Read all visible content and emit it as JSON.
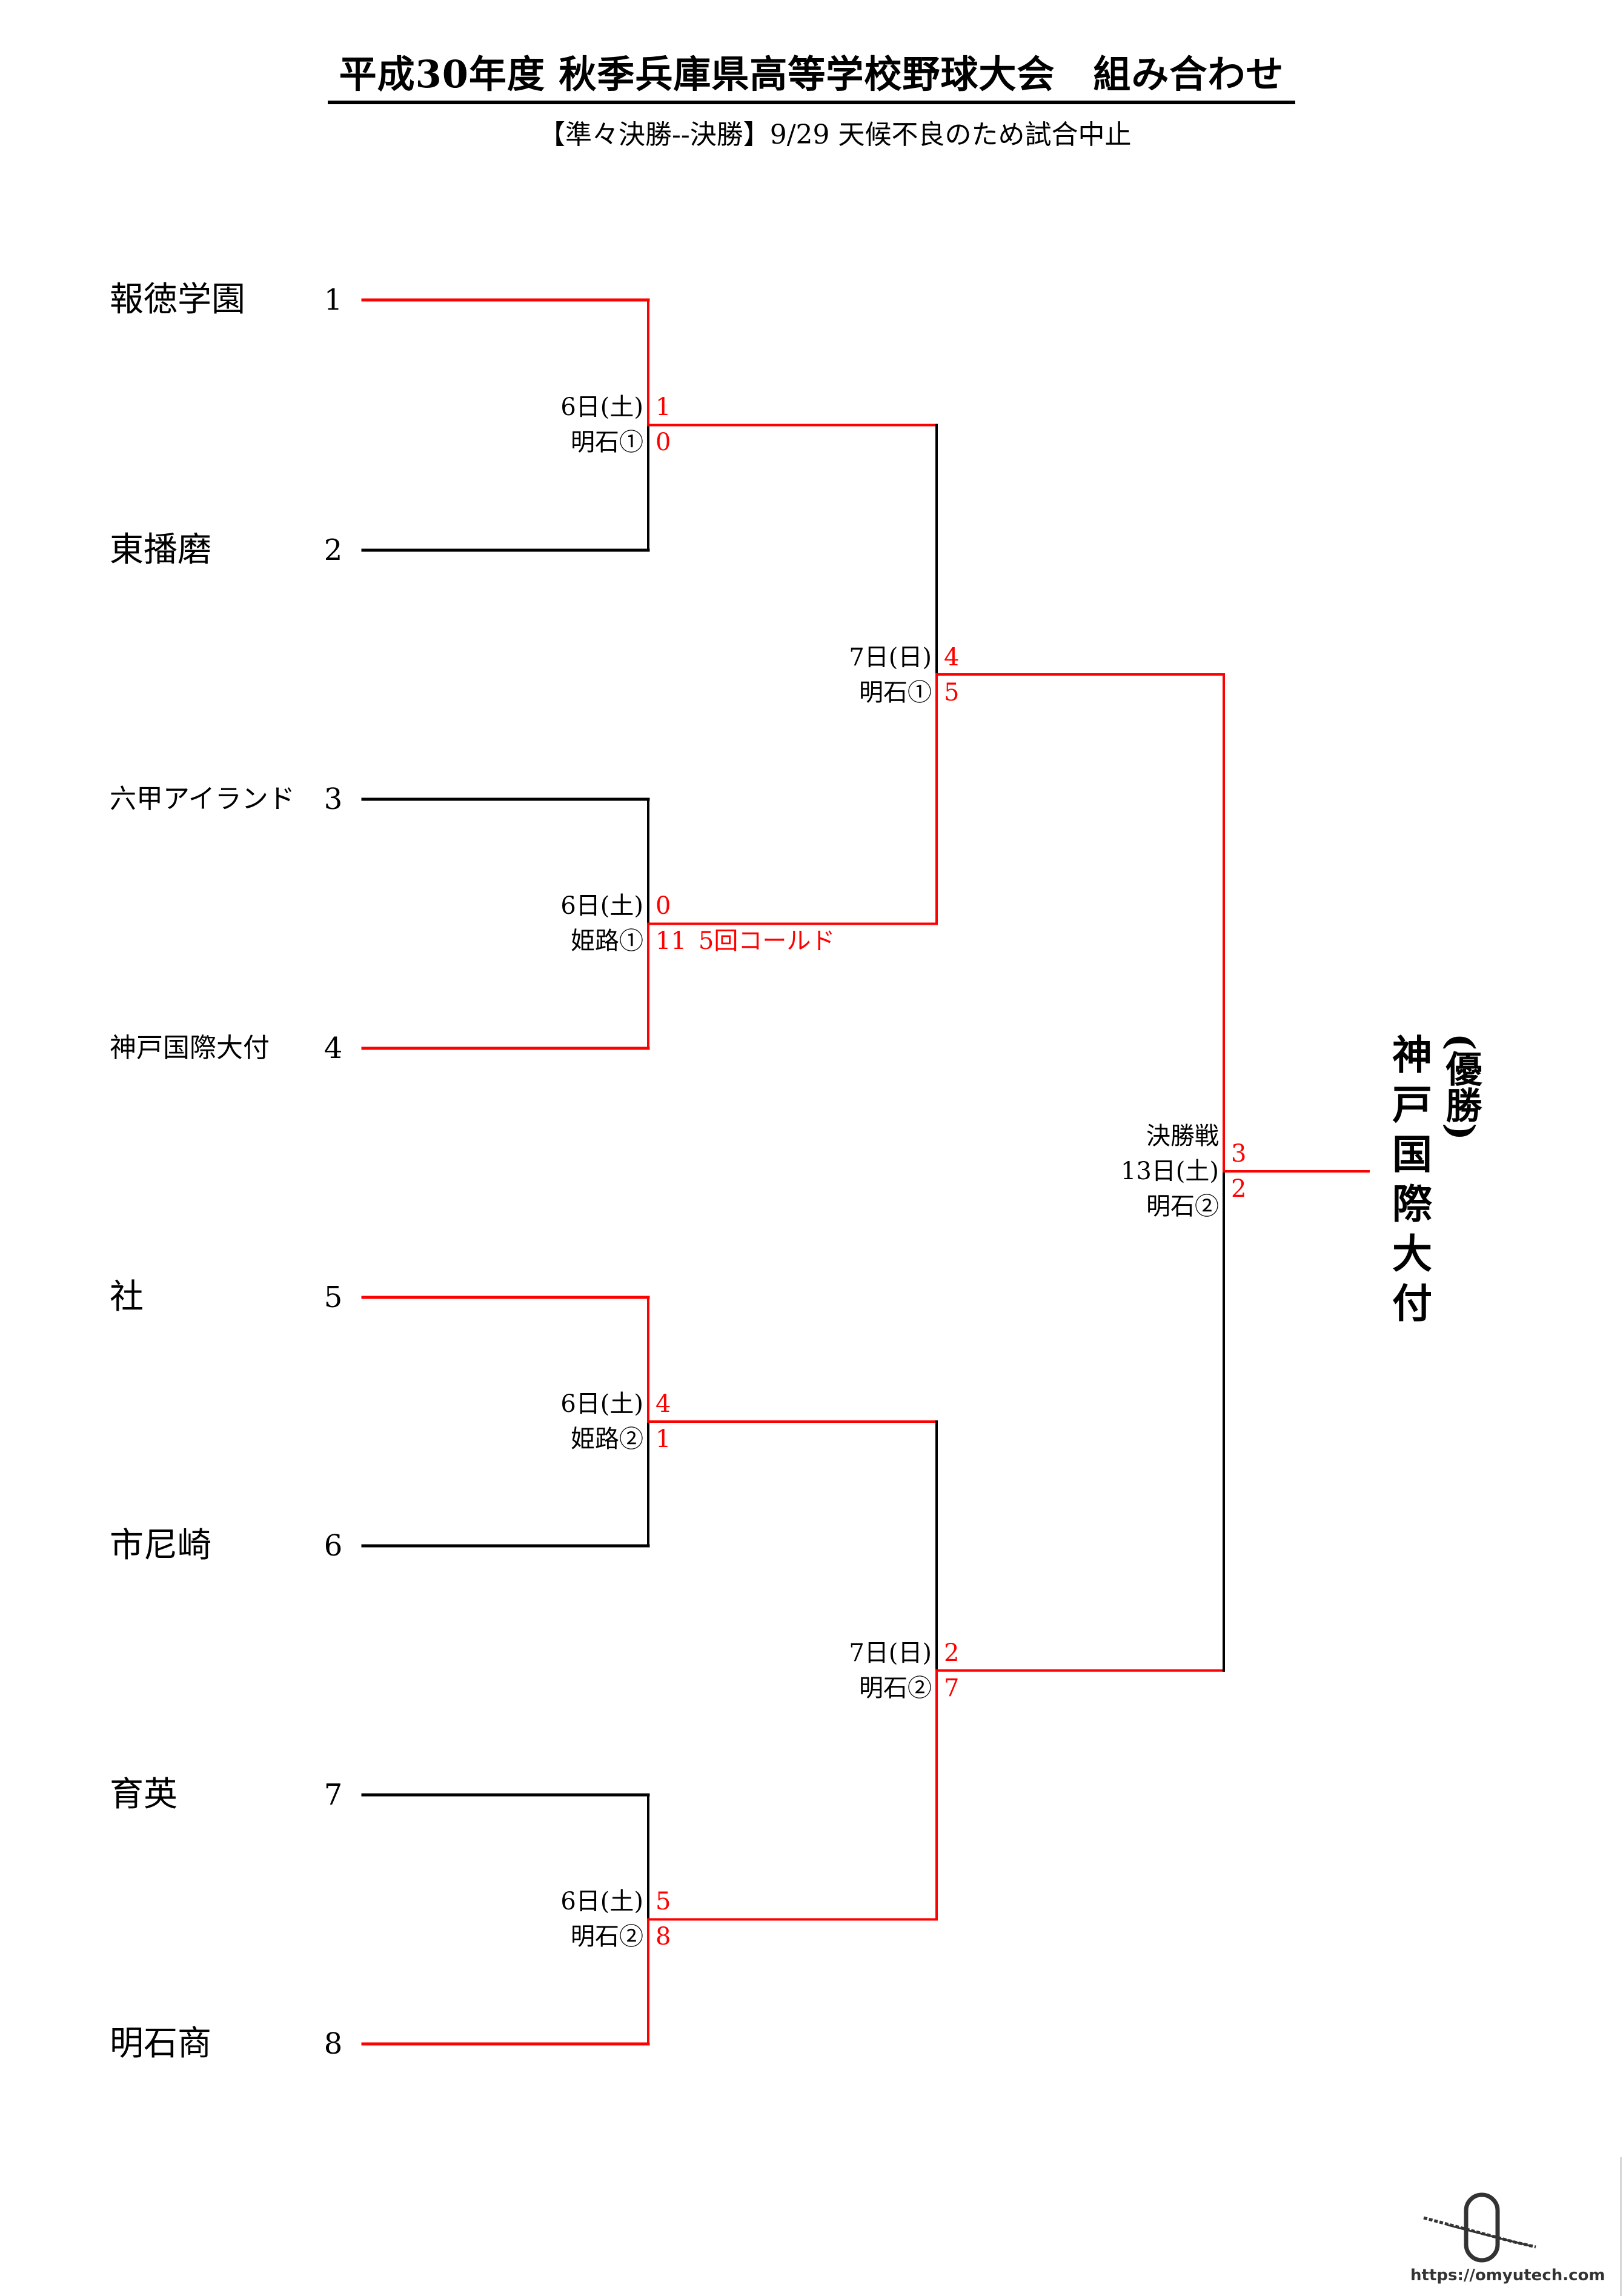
{
  "header": {
    "title": "平成30年度 秋季兵庫県高等学校野球大会　組み合わせ",
    "subtitle": "【準々決勝--決勝】9/29 天候不良のため試合中止"
  },
  "teams": [
    {
      "name": "報徳学園",
      "seed": "1"
    },
    {
      "name": "東播磨",
      "seed": "2"
    },
    {
      "name": "六甲アイランド",
      "seed": "3"
    },
    {
      "name": "神戸国際大付",
      "seed": "4"
    },
    {
      "name": "社",
      "seed": "5"
    },
    {
      "name": "市尼崎",
      "seed": "6"
    },
    {
      "name": "育英",
      "seed": "7"
    },
    {
      "name": "明石商",
      "seed": "8"
    }
  ],
  "matches": {
    "qf1": {
      "date": "6日(土)",
      "venue": "明石①",
      "score_top": "1",
      "score_bottom": "0",
      "note": ""
    },
    "qf2": {
      "date": "6日(土)",
      "venue": "姫路①",
      "score_top": "0",
      "score_bottom": "11",
      "note": "5回コールド"
    },
    "qf3": {
      "date": "6日(土)",
      "venue": "姫路②",
      "score_top": "4",
      "score_bottom": "1",
      "note": ""
    },
    "qf4": {
      "date": "6日(土)",
      "venue": "明石②",
      "score_top": "5",
      "score_bottom": "8",
      "note": ""
    },
    "sf1": {
      "date": "7日(日)",
      "venue": "明石①",
      "score_top": "4",
      "score_bottom": "5"
    },
    "sf2": {
      "date": "7日(日)",
      "venue": "明石②",
      "score_top": "2",
      "score_bottom": "7"
    },
    "final": {
      "label": "決勝戦",
      "date": "13日(土)",
      "venue": "明石②",
      "score_top": "3",
      "score_bottom": "2"
    }
  },
  "champion": {
    "label": "(優勝)",
    "name": "神戸国際大付"
  },
  "winner_path": {
    "qf1": "top",
    "qf2": "bottom",
    "qf3": "top",
    "qf4": "bottom",
    "sf1": "bottom",
    "sf2": "bottom",
    "final": "top"
  },
  "colors": {
    "winner_line": "#ff0000",
    "loser_line": "#000000",
    "score_text": "#ff0000"
  },
  "footer": {
    "logo_icon": "omyutech-logo-icon",
    "url": "https://omyutech.com"
  }
}
